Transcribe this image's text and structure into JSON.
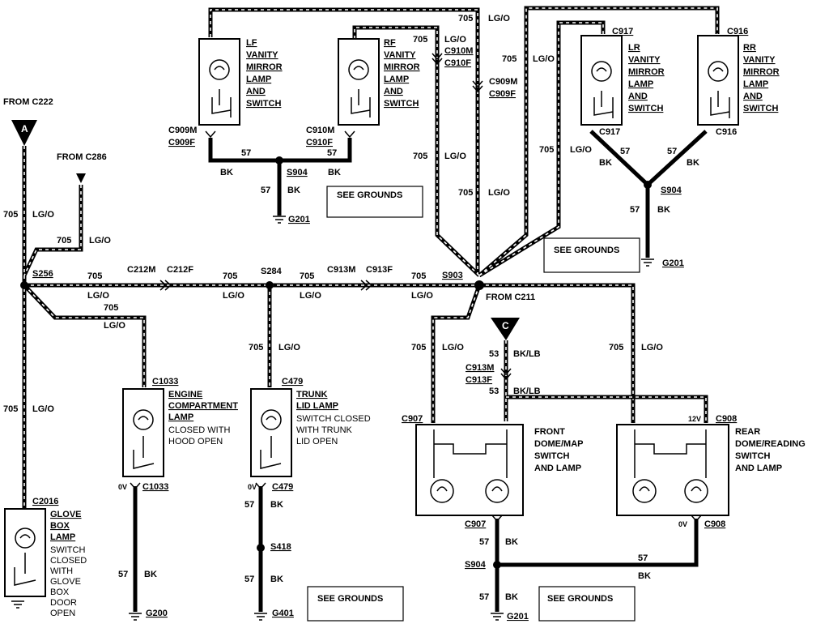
{
  "from": {
    "c222": "FROM C222",
    "c286": "FROM C286",
    "c211": "FROM C211"
  },
  "connectors_letters": {
    "a": "A",
    "c": "C"
  },
  "wires": {
    "c705": "705",
    "lgo": "LG/O",
    "c57": "57",
    "bk": "BK",
    "c53": "53",
    "bklb": "BK/LB"
  },
  "splices": {
    "s256": "S256",
    "s284": "S284",
    "s903": "S903",
    "s904": "S904",
    "s418": "S418"
  },
  "connectors": {
    "c212m": "C212M",
    "c212f": "C212F",
    "c913m": "C913M",
    "c913f": "C913F",
    "c909m": "C909M",
    "c909f": "C909F",
    "c910m": "C910M",
    "c910f": "C910F",
    "c917": "C917",
    "c916": "C916",
    "c1033": "C1033",
    "c479": "C479",
    "c2016": "C2016",
    "c907": "C907",
    "c908": "C908"
  },
  "grounds": {
    "g200": "G200",
    "g201": "G201",
    "g401": "G401",
    "see_grounds": "SEE GROUNDS"
  },
  "voltage": {
    "v0": "0V",
    "v12": "12V"
  },
  "components": {
    "lf": [
      "LF",
      "VANITY",
      "MIRROR",
      "LAMP",
      "AND",
      "SWITCH"
    ],
    "rf": [
      "RF",
      "VANITY",
      "MIRROR",
      "LAMP",
      "AND",
      "SWITCH"
    ],
    "lr": [
      "LR",
      "VANITY",
      "MIRROR",
      "LAMP",
      "AND",
      "SWITCH"
    ],
    "rr": [
      "RR",
      "VANITY",
      "MIRROR",
      "LAMP",
      "AND",
      "SWITCH"
    ],
    "engine": [
      "ENGINE",
      "COMPARTMENT",
      "LAMP"
    ],
    "engine_note": [
      "CLOSED WITH",
      "HOOD OPEN"
    ],
    "trunk": [
      "TRUNK",
      "LID LAMP"
    ],
    "trunk_note": [
      "SWITCH CLOSED",
      "WITH TRUNK",
      "LID OPEN"
    ],
    "glove": [
      "GLOVE",
      "BOX",
      "LAMP"
    ],
    "glove_note": [
      "SWITCH",
      "CLOSED",
      "WITH",
      "GLOVE",
      "BOX",
      "DOOR",
      "OPEN"
    ],
    "front": [
      "FRONT",
      "DOME/MAP",
      "SWITCH",
      "AND LAMP"
    ],
    "rear": [
      "REAR",
      "DOME/READING",
      "SWITCH",
      "AND LAMP"
    ]
  }
}
